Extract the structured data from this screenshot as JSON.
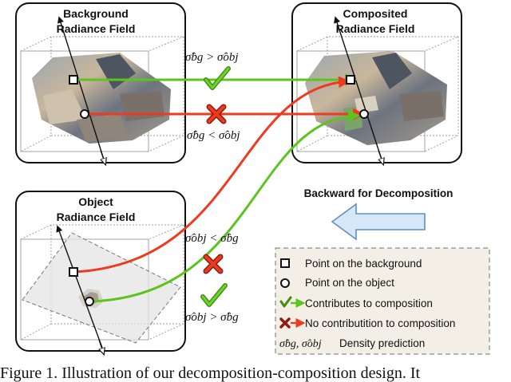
{
  "panels": {
    "background": {
      "title_line1": "Background",
      "title_line2": "Radiance Field"
    },
    "composited": {
      "title_line1": "Composited",
      "title_line2": "Radiance Field"
    },
    "object": {
      "title_line1": "Object",
      "title_line2": "Radiance Field"
    }
  },
  "conditions": {
    "bg_gt_obj": "σ̂bg > σ̂obj",
    "bg_lt_obj": "σ̂bg < σ̂obj",
    "obj_lt_bg": "σ̂obj < σ̂bg",
    "obj_gt_bg": "σ̂obj > σ̂bg"
  },
  "backward_label": "Backward for Decomposition",
  "legend": {
    "items": [
      {
        "icon": "square-point-icon",
        "text": "Point on the background"
      },
      {
        "icon": "circle-point-icon",
        "text": "Point on the object"
      },
      {
        "icon": "check-green-arrow-icon",
        "text": "Contributes to composition"
      },
      {
        "icon": "cross-red-arrow-icon",
        "text": "No contributition to composition"
      },
      {
        "icon": "density-symbol",
        "text": "Density prediction"
      }
    ],
    "density_symbol": "σ̂bg, σ̂obj"
  },
  "caption": "Figure 1. Illustration of our decomposition-composition design. It",
  "colors": {
    "green": "#5cc41f",
    "red": "#ee3a1e",
    "blue_arrow_fill": "#d6e8f8",
    "blue_arrow_stroke": "#5f8fc8",
    "legend_bg": "#f3efe6"
  }
}
